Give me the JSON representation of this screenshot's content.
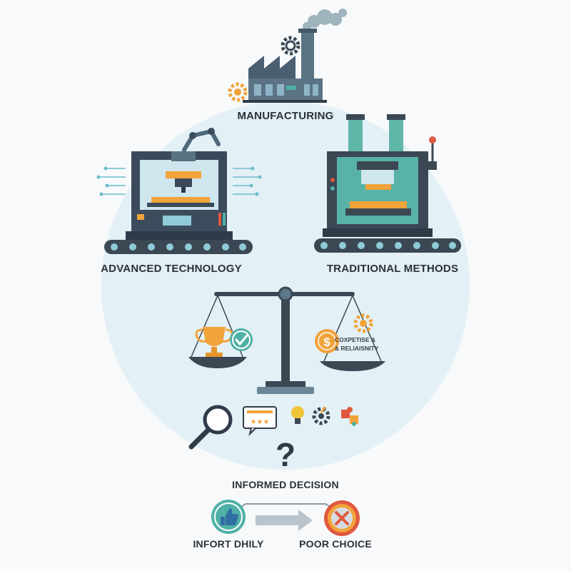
{
  "labels": {
    "manufacturing": "MANUFACTURING",
    "advanced_technology": "ADVANCED TECHNOLOGY",
    "traditional_methods": "TRADITIONAL METHODS",
    "expertise_line1": "COXPETISE &",
    "expertise_line2": "& RELIAISNITY",
    "question_mark": "?",
    "informed_decision": "INFORMED DECISION",
    "infort_dhily": "INFORT DHILY",
    "poor_choice": "POOR CHOICE"
  },
  "icons": [
    "factory-icon",
    "gear-icon",
    "cnc-machine-icon",
    "hydraulic-press-icon",
    "balance-scale-icon",
    "trophy-icon",
    "checkmark-icon",
    "dollar-coin-icon",
    "magnifier-icon",
    "rating-card-icon",
    "lightbulb-icon",
    "puzzle-icon",
    "thumbs-up-icon",
    "arrow-right-icon",
    "cross-icon"
  ],
  "colors": {
    "background": "#f7f9fa",
    "circle": "#e3f0f6",
    "dark": "#2f3b48",
    "teal": "#4fb0a6",
    "orange": "#f2a33a",
    "red": "#e0583f",
    "label": "#2b3138"
  }
}
